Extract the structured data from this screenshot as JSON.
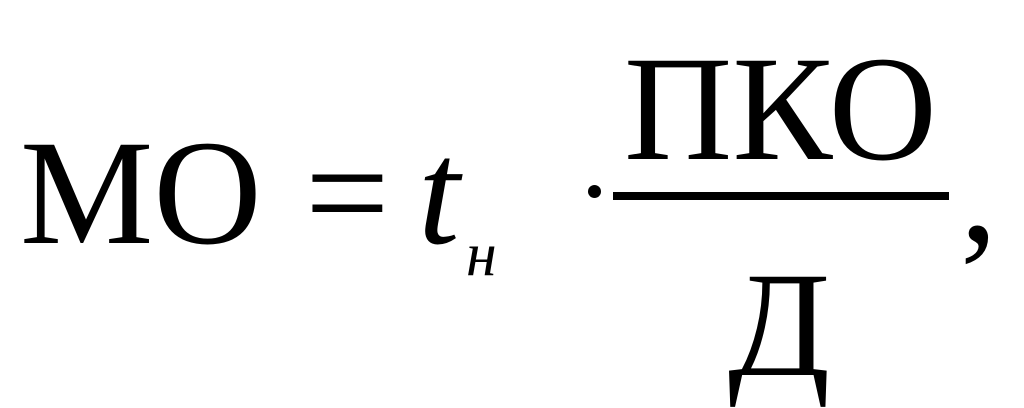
{
  "formula": {
    "lhs": "МО",
    "equals": "=",
    "variable": "t",
    "subscript": "н",
    "numerator": "ПКО",
    "denominator": "Д",
    "trailing": ","
  }
}
